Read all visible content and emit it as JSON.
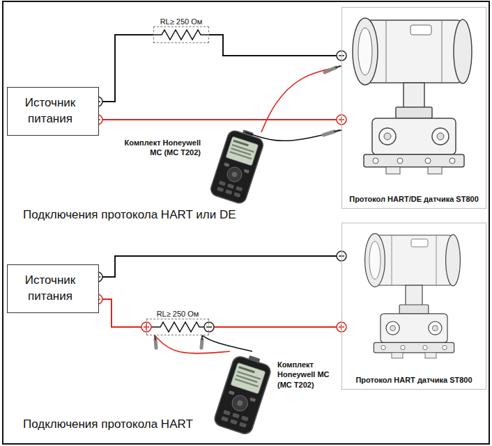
{
  "diagram": {
    "nodes": [
      {
        "text": [
          "Источник питания"
        ]
      },
      {
        "text": [
          "RL≥ 250 Ом"
        ]
      },
      {
        "text": [
          "Протокол HART/DE датчика ST800"
        ]
      },
      {
        "text": [
          "Комплект Honeywell MC (MC T202)"
        ]
      },
      {
        "text": [
          "Источник питания"
        ]
      },
      {
        "text": [
          "RL≥ 250 Ом"
        ]
      },
      {
        "text": [
          "Протокол HART датчика ST800"
        ]
      },
      {
        "text": [
          "Комплект Honeywell MC (MC T202)"
        ]
      }
    ],
    "edges": [
      {
        "from": 0,
        "to": 1,
        "arrow": "none"
      },
      {
        "from": 1,
        "to": 2,
        "arrow": "none"
      },
      {
        "from": 0,
        "to": 2,
        "arrow": "none"
      },
      {
        "from": 3,
        "to": 2,
        "arrow": "none"
      },
      {
        "from": 3,
        "to": 2,
        "arrow": "none"
      },
      {
        "from": 4,
        "to": 6,
        "arrow": "none"
      },
      {
        "from": 4,
        "to": 5,
        "arrow": "none"
      },
      {
        "from": 5,
        "to": 6,
        "arrow": "none"
      },
      {
        "from": 7,
        "to": 5,
        "arrow": "none"
      },
      {
        "from": 7,
        "to": 5,
        "arrow": "none"
      }
    ],
    "labels": [
      "Подключения протокола HART или DE",
      "Подключения протокола HART"
    ]
  }
}
